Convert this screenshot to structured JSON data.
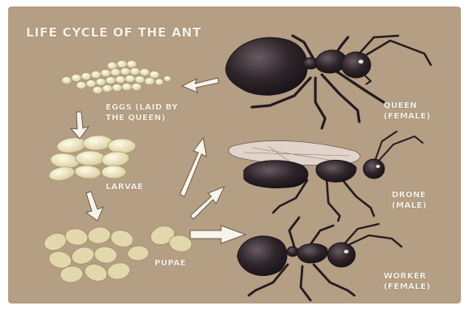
{
  "diagram": {
    "title": "LIFE CYCLE OF THE ANT",
    "stages": {
      "eggs": {
        "line1": "EGGS (LAID BY",
        "line2": "THE QUEEN)"
      },
      "larvae": {
        "label": "LARVAE"
      },
      "pupae": {
        "label": "PUPAE"
      }
    },
    "adults": {
      "queen": {
        "line1": "QUEEN",
        "line2": "(FEMALE)"
      },
      "drone": {
        "line1": "DRONE",
        "line2": "(MALE)"
      },
      "worker": {
        "line1": "WORKER",
        "line2": "(FEMALE)"
      }
    },
    "colors": {
      "background": "#b49e84",
      "label_text": "#f4f0e4",
      "ant_body": "#2c2328",
      "egg": "#ede3bf",
      "arrow": "#f7f4ec"
    }
  }
}
